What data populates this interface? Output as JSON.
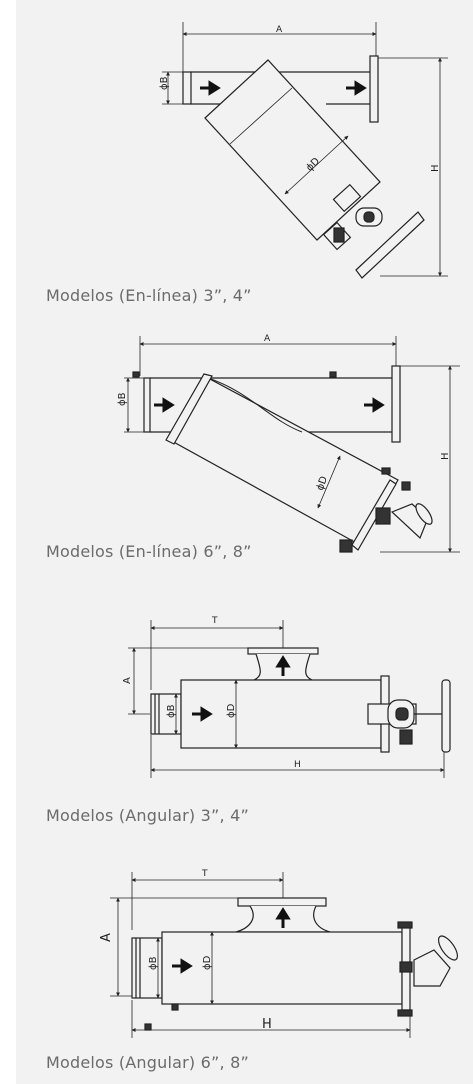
{
  "diagrams": [
    {
      "caption": "Modelos (En-línea) 3”, 4”",
      "dims": {
        "A": "A",
        "B": "ϕB",
        "D": "ϕD",
        "H": "H"
      }
    },
    {
      "caption": "Modelos (En-línea) 6”, 8”",
      "dims": {
        "A": "A",
        "B": "ϕB",
        "D": "ϕD",
        "H": "H"
      }
    },
    {
      "caption": "Modelos (Angular) 3”, 4”",
      "dims": {
        "T": "T",
        "A": "A",
        "B": "ϕB",
        "D": "ϕD",
        "H": "H"
      }
    },
    {
      "caption": "Modelos (Angular) 6”, 8”",
      "dims": {
        "T": "T",
        "A": "A",
        "B": "ϕB",
        "D": "ϕD",
        "H": "H"
      }
    }
  ]
}
